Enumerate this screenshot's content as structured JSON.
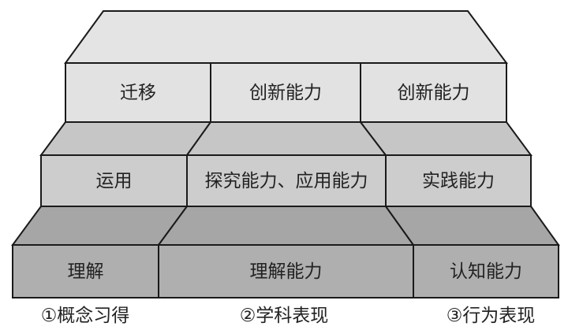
{
  "colors": {
    "top_face": "#e4e4e4",
    "row1_box": "#e2e2e2",
    "row2_face": "#c6c6c6",
    "row2_box": "#cdcdcd",
    "row3_face": "#a6a6a6",
    "row3_box": "#afafaf"
  },
  "rows": [
    {
      "cells": [
        "迁移",
        "创新能力",
        "创新能力"
      ]
    },
    {
      "cells": [
        "运用",
        "探究能力、应用能力",
        "实践能力"
      ]
    },
    {
      "cells": [
        "理解",
        "理解能力",
        "认知能力"
      ]
    }
  ],
  "columns": [
    "①概念习得",
    "②学科表现",
    "③行为表现"
  ]
}
